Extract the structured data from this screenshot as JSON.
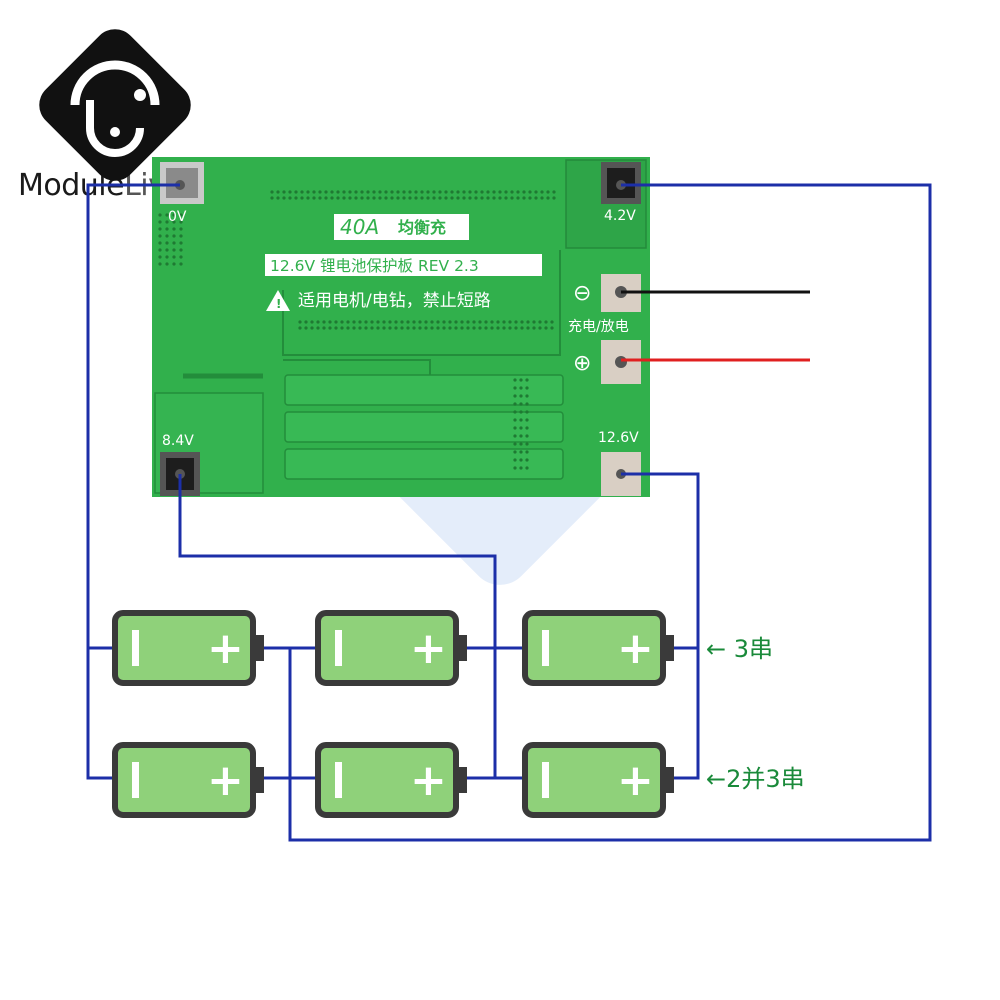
{
  "brand": {
    "name_part1": "Module",
    "name_part2": "Live"
  },
  "board": {
    "rating": "40A",
    "balance_label": "均衡充",
    "title": "12.6V 锂电池保护板 REV 2.3",
    "warning": "适用电机/电钻，禁止短路",
    "pad_0v": "0V",
    "pad_42v": "4.2V",
    "pad_84v": "8.4V",
    "pad_126v": "12.6V",
    "charge_discharge": "充电/放电",
    "neg_symbol": "⊖",
    "pos_symbol": "⊕"
  },
  "batteries": {
    "minus_symbol": "I",
    "plus_symbol": "+"
  },
  "labels": {
    "series_3": "← 3串",
    "parallel_2_series_3": "←2并3串"
  },
  "colors": {
    "board_green": "#31b04c",
    "wire_blue": "#1c2fa8",
    "battery_green": "#8fd17a",
    "label_green": "#1a8a3a",
    "lead_red": "#e02020",
    "lead_black": "#111111"
  }
}
